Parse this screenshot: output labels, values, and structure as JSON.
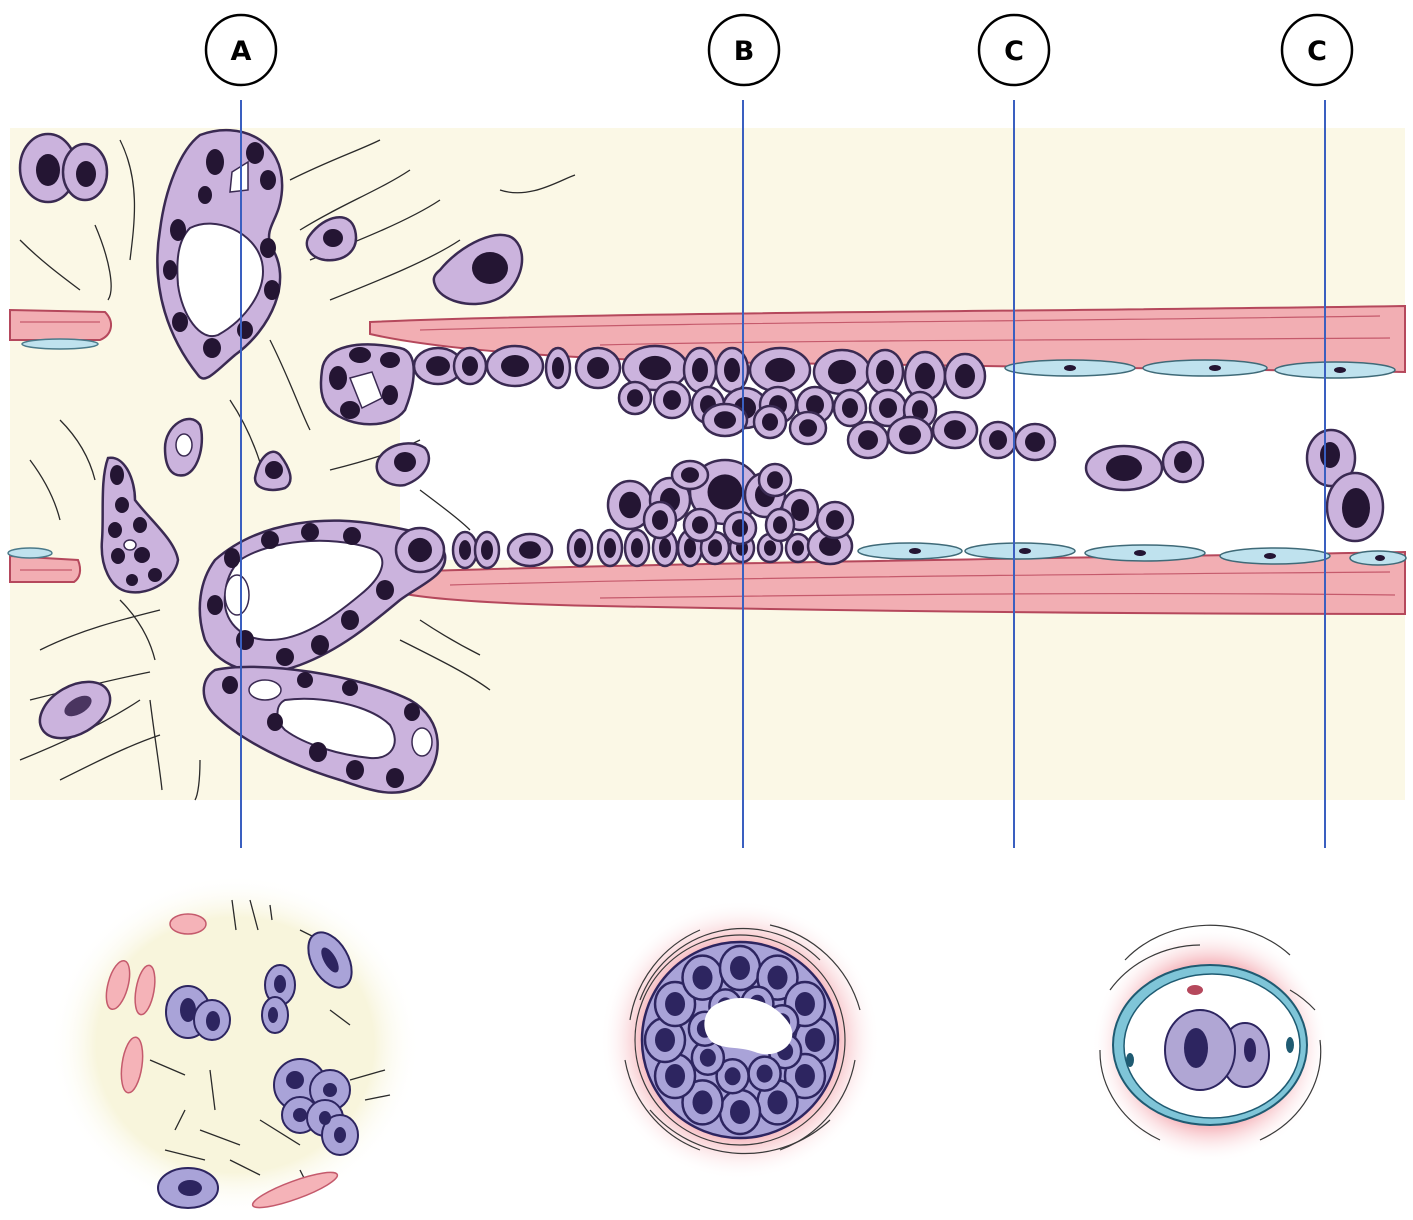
{
  "labels": {
    "a": "A",
    "b": "B",
    "c1": "C",
    "c2": "C"
  },
  "colors": {
    "stroma": "#fbf8e6",
    "cell": "#cbb3dd",
    "cell_outline": "#3a2a52",
    "nucleus": "#241533",
    "muscle": "#f2aeb3",
    "endothelium": "#bfe2ee",
    "guide_line": "#3a5fc0"
  }
}
